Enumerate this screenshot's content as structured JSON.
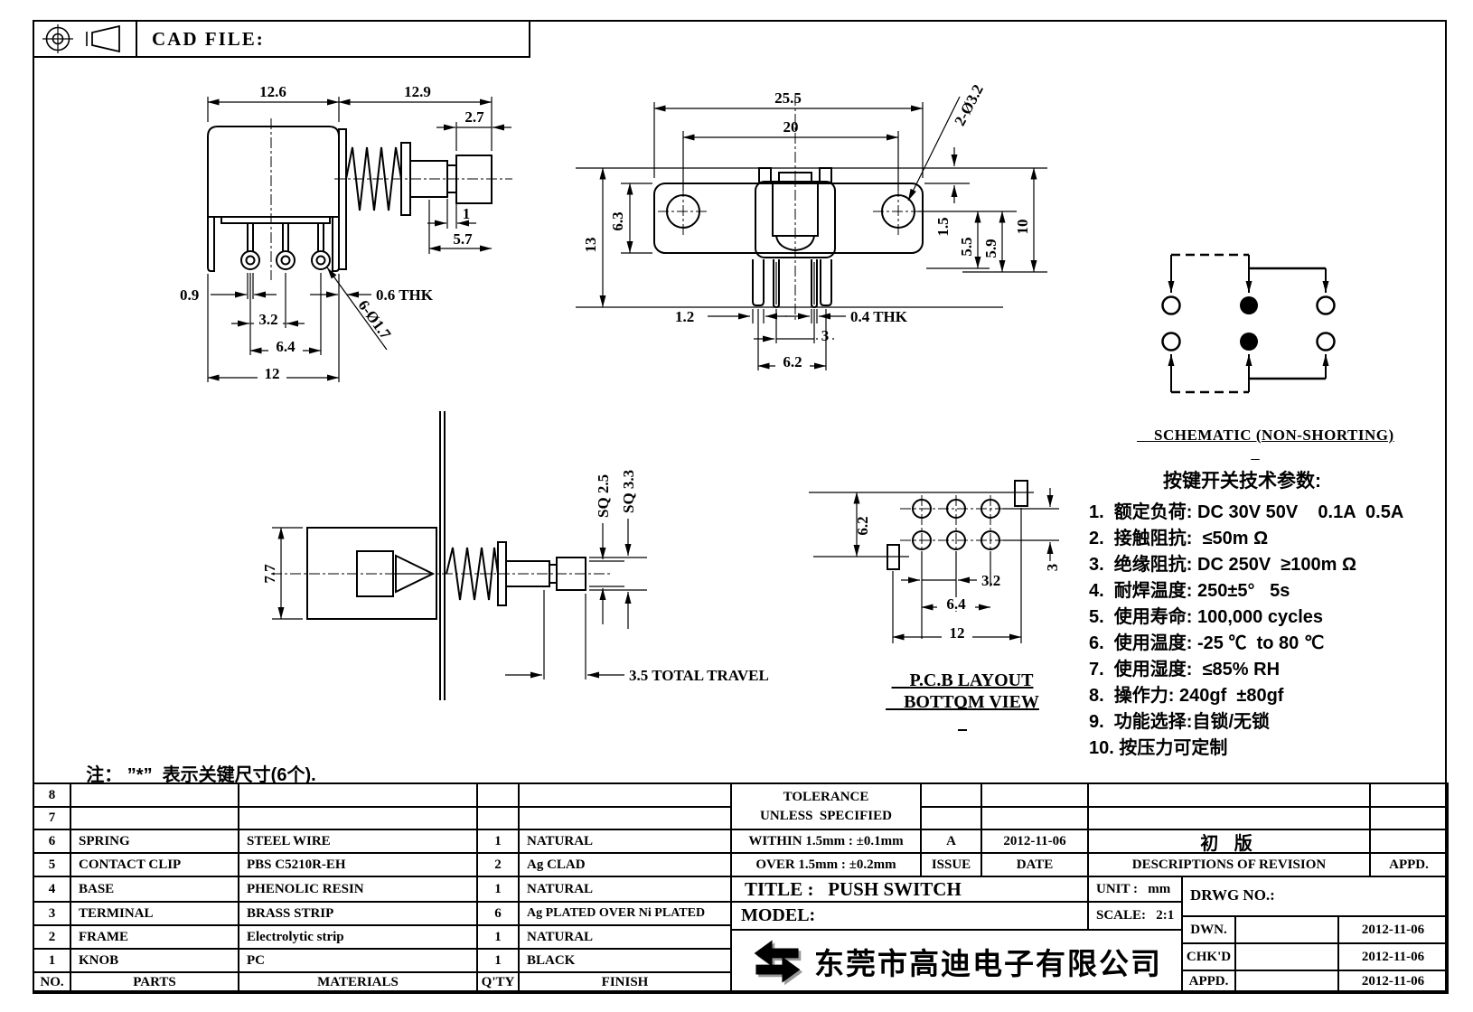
{
  "header": {
    "cad_file": "CAD FILE:"
  },
  "side_view": {
    "d12_6": "12.6",
    "d12_9": "12.9",
    "d2_7": "2.7",
    "d1": "1",
    "d5_7": "5.7",
    "d0_9": "0.9",
    "d0_6_thk": "0.6 THK",
    "d3_2": "3.2",
    "d6_4": "6.4",
    "d12": "12",
    "d6_o17": "6-Ø1.7"
  },
  "front_view": {
    "d25_5": "25.5",
    "d20": "20",
    "d2_o32": "2-Ø3.2",
    "d13": "13",
    "d6_3": "6.3",
    "d1_5": "1.5",
    "d5_5": "5.5",
    "d5_9": "5.9",
    "d10": "10",
    "d1_2": "1.2",
    "d0_4_thk": "0.4 THK",
    "d3": "3",
    "d6_2": "6.2"
  },
  "top_view": {
    "d7_7": "7.7",
    "sq_2_5": "SQ 2.5",
    "sq_3_3": "SQ 3.3",
    "travel": "3.5 TOTAL TRAVEL"
  },
  "pcb": {
    "d6_2": "6.2",
    "d3": "3",
    "d3_2": "3.2",
    "d6_4": "6.4",
    "d12": "12",
    "label_line1": "P.C.B LAYOUT",
    "label_line2": "BOTTOM VIEW"
  },
  "schematic": {
    "label": "SCHEMATIC (NON-SHORTING)"
  },
  "params": {
    "title": "按键开关技术参数:",
    "items": [
      "1.  额定负荷: DC 30V 50V    0.1A  0.5A",
      "2.  接触阻抗:  ≤50m Ω",
      "3.  绝缘阻抗: DC 250V  ≥100m Ω",
      "4.  耐焊温度: 250±5°   5s",
      "5.  使用寿命: 100,000 cycles",
      "6.  使用温度: -25 ℃  to 80 ℃",
      "7.  使用湿度:  ≤85% RH",
      "8.  操作力: 240gf  ±80gf",
      "9.  功能选择:自锁/无锁",
      "10. 按压力可定制"
    ]
  },
  "note": "注： ”*”  表示关键尺寸(6个).",
  "table": {
    "rows": [
      {
        "no": "8",
        "parts": "",
        "materials": "",
        "qty": "",
        "finish": ""
      },
      {
        "no": "7",
        "parts": "",
        "materials": "",
        "qty": "",
        "finish": ""
      },
      {
        "no": "6",
        "parts": "SPRING",
        "materials": "STEEL WIRE",
        "qty": "1",
        "finish": "NATURAL"
      },
      {
        "no": "5",
        "parts": "CONTACT CLIP",
        "materials": "PBS C5210R-EH",
        "qty": "2",
        "finish": "Ag CLAD"
      },
      {
        "no": "4",
        "parts": "BASE",
        "materials": "PHENOLIC RESIN",
        "qty": "1",
        "finish": "NATURAL"
      },
      {
        "no": "3",
        "parts": "TERMINAL",
        "materials": "BRASS STRIP",
        "qty": "6",
        "finish": "Ag PLATED OVER Ni PLATED"
      },
      {
        "no": "2",
        "parts": "FRAME",
        "materials": "Electrolytic strip",
        "qty": "1",
        "finish": "NATURAL"
      },
      {
        "no": "1",
        "parts": "KNOB",
        "materials": "PC",
        "qty": "1",
        "finish": "BLACK"
      }
    ],
    "footer": {
      "no": "NO.",
      "parts": "PARTS",
      "materials": "MATERIALS",
      "qty": "Q'TY",
      "finish": "FINISH"
    },
    "tolerance": {
      "line1": "TOLERANCE",
      "line2": "UNLESS  SPECIFIED",
      "within": "WITHIN 1.5mm : ±0.1mm",
      "over": "OVER 1.5mm : ±0.2mm"
    },
    "revision": {
      "issue_value": "A",
      "date_value": "2012-11-06",
      "description_value": "初 版",
      "issue_label": "ISSUE",
      "date_label": "DATE",
      "descriptions_label": "DESCRIPTIONS OF REVISION",
      "appd_label": "APPD."
    },
    "title_block": {
      "title": "TITLE :   PUSH SWITCH",
      "model": "MODEL:",
      "unit": "UNIT :   mm",
      "scale": "SCALE:   2:1",
      "drwg": "DRWG NO.:",
      "company": "东莞市高迪电子有限公司",
      "dwn_label": "DWN.",
      "chkd_label": "CHK'D",
      "appd_label": "APPD.",
      "dwn_date": "2012-11-06",
      "chkd_date": "2012-11-06",
      "appd_date": "2012-11-06"
    }
  }
}
